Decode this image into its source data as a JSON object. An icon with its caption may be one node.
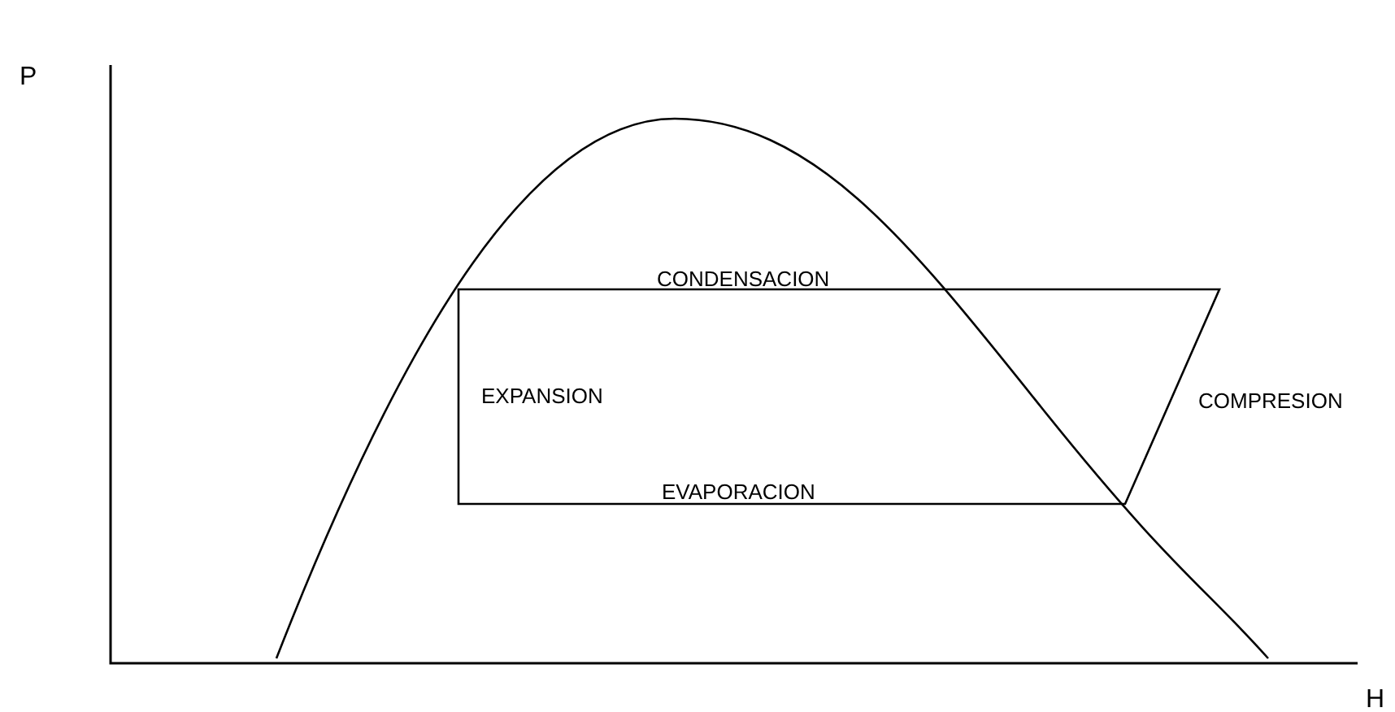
{
  "diagram": {
    "labels": [
      "P",
      "CONDENSACION",
      "EXPANSION",
      "COMPRESION",
      "EVAPORACION",
      "H"
    ]
  }
}
